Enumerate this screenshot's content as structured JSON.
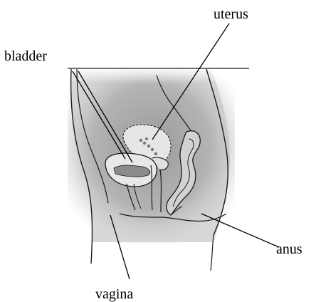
{
  "labels": {
    "uterus": "uterus",
    "bladder": "bladder",
    "anus": "anus",
    "vagina": "vagina"
  },
  "colors": {
    "tissue_light": "#d9d9d9",
    "tissue_mid": "#bdbdbd",
    "tissue_dark": "#8a8a8a",
    "outline": "#1a1a1a",
    "leader_line": "#000000"
  }
}
